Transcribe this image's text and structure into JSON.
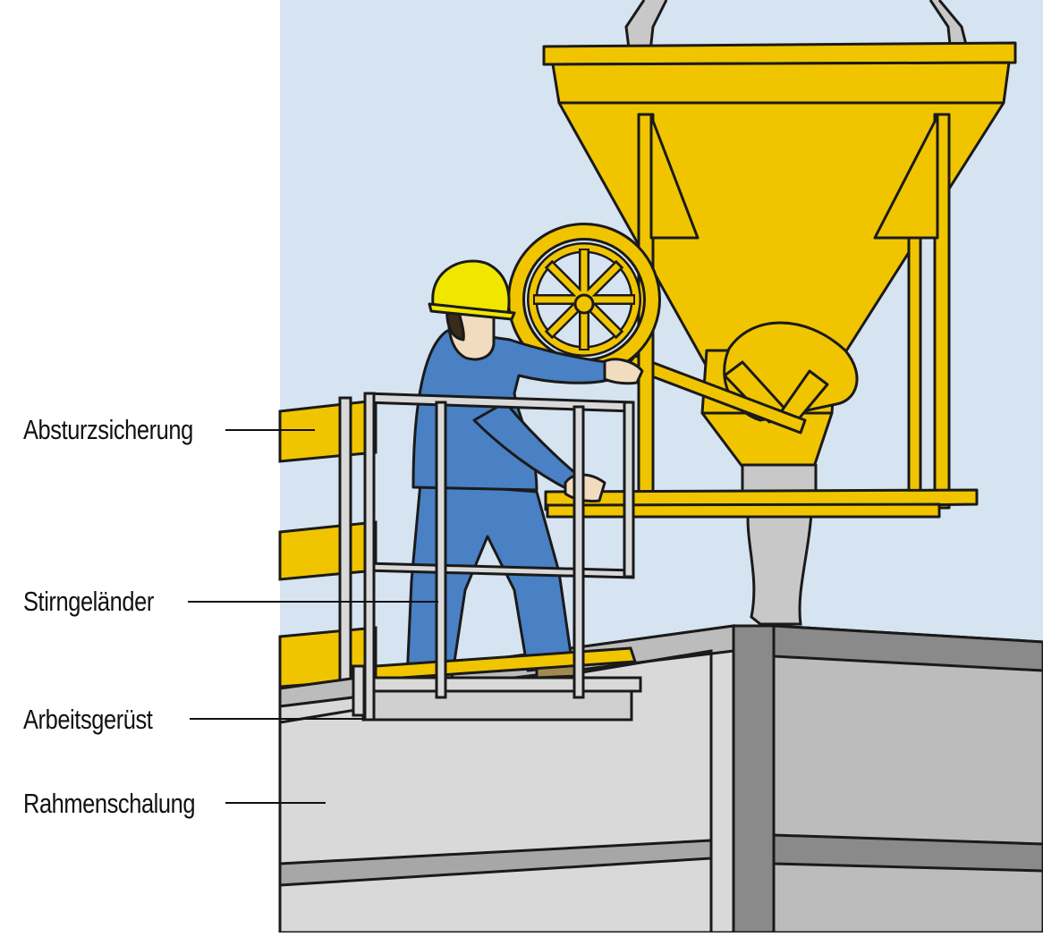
{
  "labels": {
    "absturzsicherung": "Absturzsicherung",
    "stirngelaender": "Stirngeländer",
    "arbeitsgeruest": "Arbeitsgerüst",
    "rahmenschalung": "Rahmenschalung"
  },
  "colors": {
    "sky": "#d6e3f0",
    "yellow": "#f0c500",
    "formwork_light": "#d9d9d9",
    "formwork_mid": "#bcbcbc",
    "formwork_dark": "#8a8a8a",
    "worker_blue": "#4a80c4",
    "skin": "#f1dcc0",
    "outline": "#1a1a1a"
  }
}
